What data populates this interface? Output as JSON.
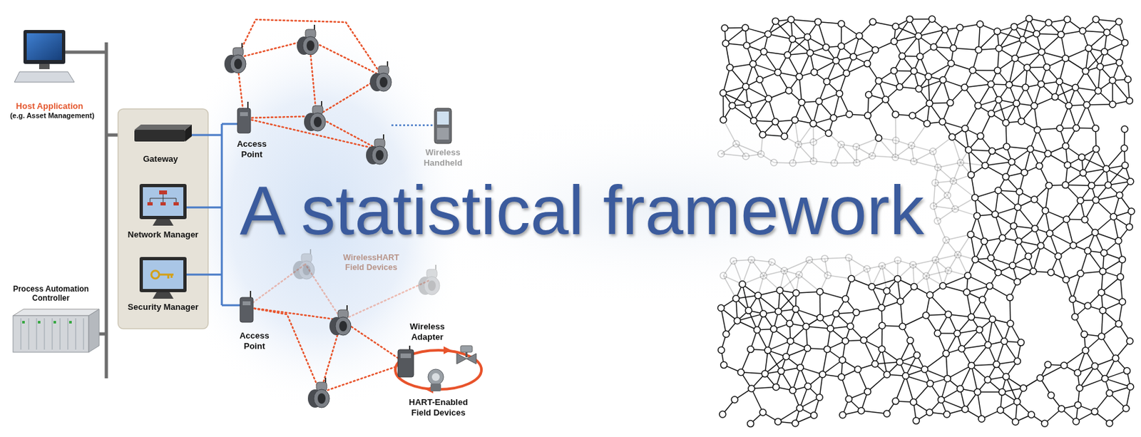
{
  "diagram": {
    "title": "A statistical framework",
    "labels": [
      "Host Application",
      "(e.g. Asset Management)",
      "Gateway",
      "Network Manager",
      "Security Manager",
      "Access Point",
      "Wireless Handheld",
      "WirelessHART Field Devices",
      "Access Point",
      "Wireless Adapter",
      "HART-Enabled Field Devices",
      "Process Automation Controller"
    ]
  }
}
